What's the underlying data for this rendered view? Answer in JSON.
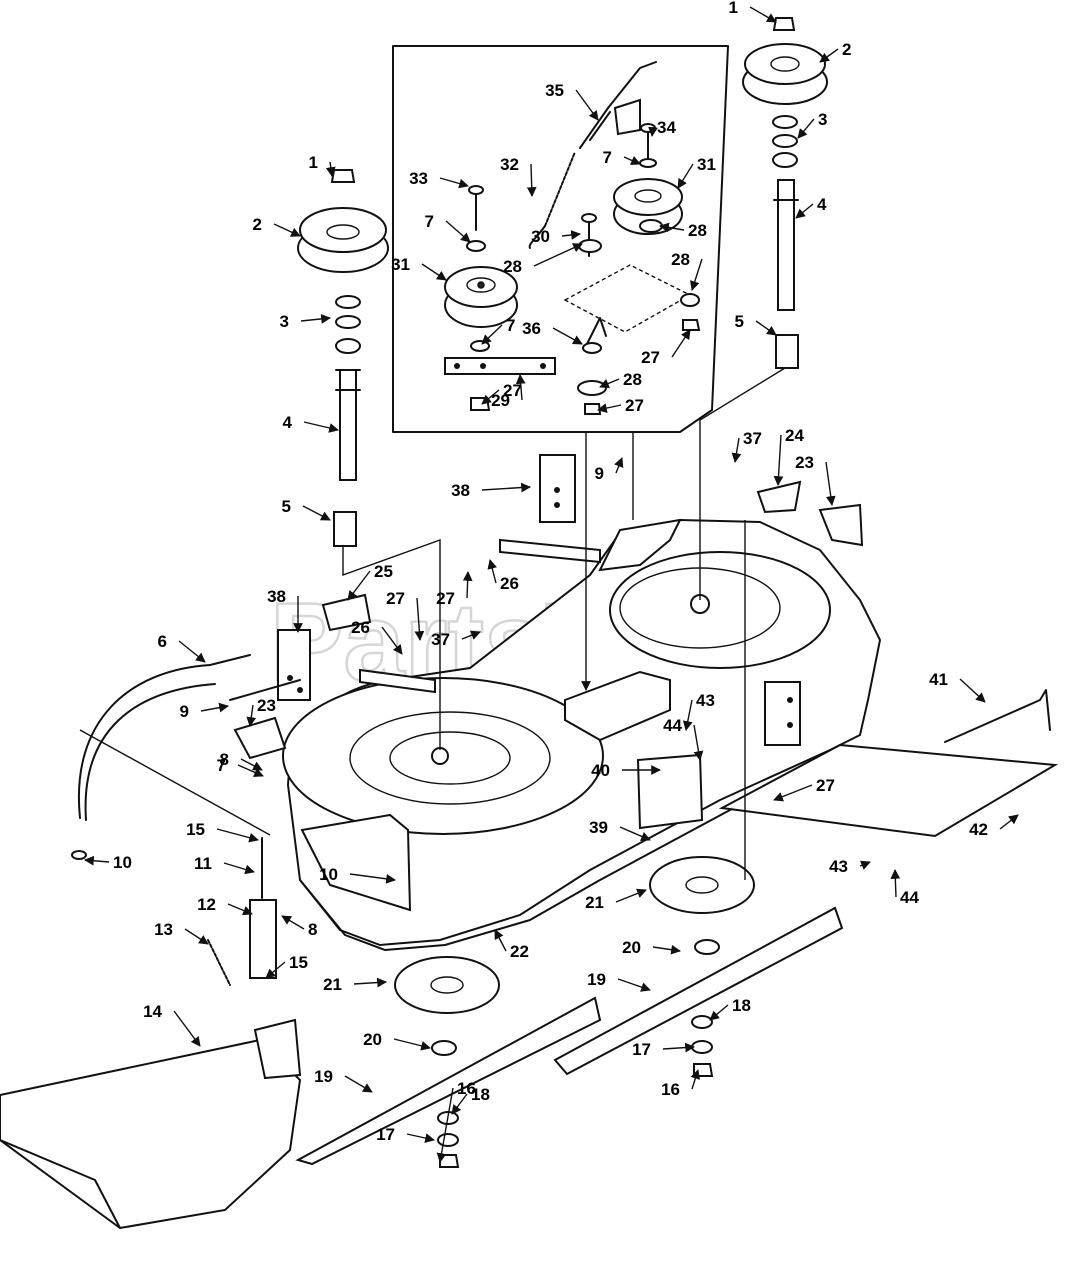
{
  "watermark": {
    "text": "PartsTree",
    "trademark": "™"
  },
  "callouts": [
    "1",
    "1",
    "2",
    "2",
    "3",
    "3",
    "4",
    "4",
    "5",
    "5",
    "6",
    "7",
    "7",
    "7",
    "7",
    "8",
    "8",
    "9",
    "9",
    "10",
    "10",
    "11",
    "12",
    "13",
    "14",
    "15",
    "15",
    "16",
    "16",
    "17",
    "17",
    "18",
    "18",
    "19",
    "19",
    "20",
    "20",
    "21",
    "21",
    "22",
    "23",
    "23",
    "24",
    "25",
    "26",
    "26",
    "27",
    "27",
    "27",
    "27",
    "27",
    "27",
    "28",
    "28",
    "28",
    "28",
    "29",
    "30",
    "31",
    "31",
    "32",
    "33",
    "34",
    "35",
    "36",
    "37",
    "37",
    "38",
    "38",
    "39",
    "40",
    "41",
    "42",
    "43",
    "43",
    "44",
    "44"
  ]
}
